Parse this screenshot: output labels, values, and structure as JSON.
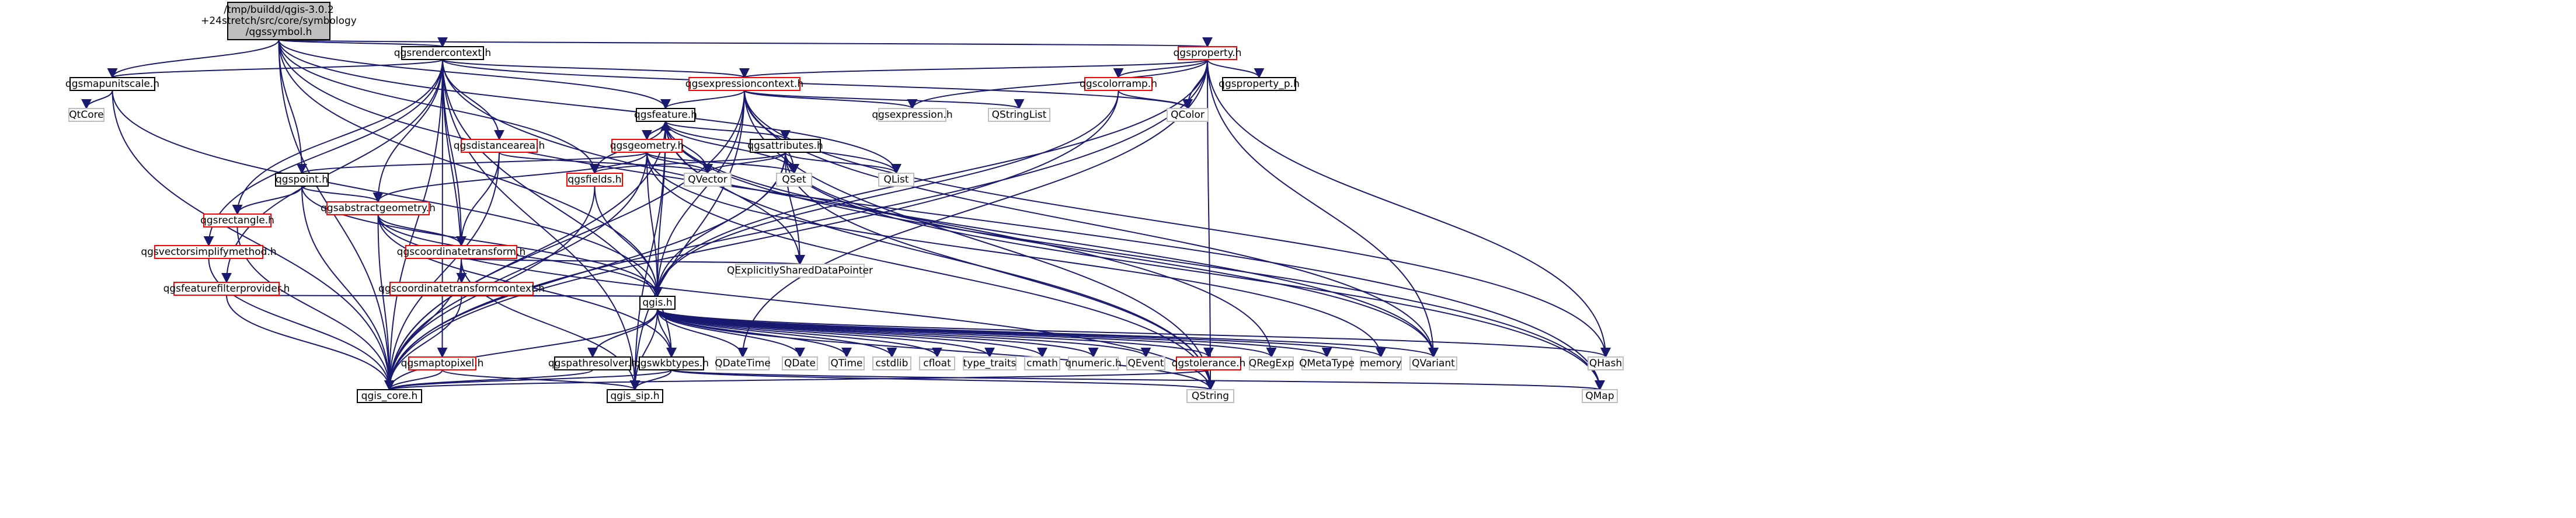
{
  "colors": {
    "edge": "#191970",
    "border_black": "#000000",
    "border_red": "#ff0000",
    "border_gray": "#bfbfbf",
    "root_fill": "#bfbfbf",
    "fill": "#ffffff"
  },
  "nodes": [
    {
      "id": "root",
      "lines": [
        "/tmp/buildd/qgis-3.0.2",
        "+24stretch/src/core/symbology",
        "/qgssymbol.h"
      ],
      "kind": "root"
    },
    {
      "id": "qgsrendercontext",
      "lines": [
        "qgsrendercontext.h"
      ],
      "kind": "black"
    },
    {
      "id": "qgsproperty",
      "lines": [
        "qgsproperty.h"
      ],
      "kind": "red"
    },
    {
      "id": "qgsmapunitscale",
      "lines": [
        "qgsmapunitscale.h"
      ],
      "kind": "black"
    },
    {
      "id": "qtcore",
      "lines": [
        "QtCore"
      ],
      "kind": "gray"
    },
    {
      "id": "qgsexpressioncontext",
      "lines": [
        "qgsexpressioncontext.h"
      ],
      "kind": "red"
    },
    {
      "id": "qgscolorramp",
      "lines": [
        "qgscolorramp.h"
      ],
      "kind": "red"
    },
    {
      "id": "qgsproperty_p",
      "lines": [
        "qgsproperty_p.h"
      ],
      "kind": "black"
    },
    {
      "id": "qgsexpression",
      "lines": [
        "qgsexpression.h"
      ],
      "kind": "gray"
    },
    {
      "id": "qstringlist",
      "lines": [
        "QStringList"
      ],
      "kind": "gray"
    },
    {
      "id": "qcolor",
      "lines": [
        "QColor"
      ],
      "kind": "gray"
    },
    {
      "id": "qgsfeature",
      "lines": [
        "qgsfeature.h"
      ],
      "kind": "black"
    },
    {
      "id": "qgsdistancearea",
      "lines": [
        "qgsdistancearea.h"
      ],
      "kind": "red"
    },
    {
      "id": "qgsgeometry",
      "lines": [
        "qgsgeometry.h"
      ],
      "kind": "red"
    },
    {
      "id": "qgsattributes",
      "lines": [
        "qgsattributes.h"
      ],
      "kind": "black"
    },
    {
      "id": "qgspoint",
      "lines": [
        "qgspoint.h"
      ],
      "kind": "black"
    },
    {
      "id": "qgsfields",
      "lines": [
        "qgsfields.h"
      ],
      "kind": "red"
    },
    {
      "id": "qvector",
      "lines": [
        "QVector"
      ],
      "kind": "gray"
    },
    {
      "id": "qset",
      "lines": [
        "QSet"
      ],
      "kind": "gray"
    },
    {
      "id": "qlist",
      "lines": [
        "QList"
      ],
      "kind": "gray"
    },
    {
      "id": "qgsrectangle",
      "lines": [
        "qgsrectangle.h"
      ],
      "kind": "red"
    },
    {
      "id": "qgsabstractgeometry",
      "lines": [
        "qgsabstractgeometry.h"
      ],
      "kind": "red"
    },
    {
      "id": "qgsvectorsimplifymethod",
      "lines": [
        "qgsvectorsimplifymethod.h"
      ],
      "kind": "red"
    },
    {
      "id": "qgscoordinatetransform",
      "lines": [
        "qgscoordinatetransform.h"
      ],
      "kind": "red"
    },
    {
      "id": "qexplicitlyshareddatapointer",
      "lines": [
        "QExplicitlySharedDataPointer"
      ],
      "kind": "gray"
    },
    {
      "id": "qgsfeaturefilterprovider",
      "lines": [
        "qgsfeaturefilterprovider.h"
      ],
      "kind": "red"
    },
    {
      "id": "qgscoordinatetransformcontext",
      "lines": [
        "qgscoordinatetransformcontext.h"
      ],
      "kind": "red"
    },
    {
      "id": "qgis",
      "lines": [
        "qgis.h"
      ],
      "kind": "black"
    },
    {
      "id": "qgsmaptopixel",
      "lines": [
        "qgsmaptopixel.h"
      ],
      "kind": "red"
    },
    {
      "id": "qgspathresolver",
      "lines": [
        "qgspathresolver.h"
      ],
      "kind": "black"
    },
    {
      "id": "qgswkbtypes",
      "lines": [
        "qgswkbtypes.h"
      ],
      "kind": "black"
    },
    {
      "id": "qdatetime",
      "lines": [
        "QDateTime"
      ],
      "kind": "gray"
    },
    {
      "id": "qdate",
      "lines": [
        "QDate"
      ],
      "kind": "gray"
    },
    {
      "id": "qtime",
      "lines": [
        "QTime"
      ],
      "kind": "gray"
    },
    {
      "id": "cstdlib",
      "lines": [
        "cstdlib"
      ],
      "kind": "gray"
    },
    {
      "id": "cfloat",
      "lines": [
        "cfloat"
      ],
      "kind": "gray"
    },
    {
      "id": "type_traits",
      "lines": [
        "type_traits"
      ],
      "kind": "gray"
    },
    {
      "id": "cmath",
      "lines": [
        "cmath"
      ],
      "kind": "gray"
    },
    {
      "id": "qnumeric",
      "lines": [
        "qnumeric.h"
      ],
      "kind": "gray"
    },
    {
      "id": "qevent",
      "lines": [
        "QEvent"
      ],
      "kind": "gray"
    },
    {
      "id": "qgstolerance",
      "lines": [
        "qgstolerance.h"
      ],
      "kind": "red"
    },
    {
      "id": "qregexp",
      "lines": [
        "QRegExp"
      ],
      "kind": "gray"
    },
    {
      "id": "qmetatype",
      "lines": [
        "QMetaType"
      ],
      "kind": "gray"
    },
    {
      "id": "memory",
      "lines": [
        "memory"
      ],
      "kind": "gray"
    },
    {
      "id": "qvariant",
      "lines": [
        "QVariant"
      ],
      "kind": "gray"
    },
    {
      "id": "qhash",
      "lines": [
        "QHash"
      ],
      "kind": "gray"
    },
    {
      "id": "qgis_core",
      "lines": [
        "qgis_core.h"
      ],
      "kind": "black"
    },
    {
      "id": "qgis_sip",
      "lines": [
        "qgis_sip.h"
      ],
      "kind": "black"
    },
    {
      "id": "qstring",
      "lines": [
        "QString"
      ],
      "kind": "gray"
    },
    {
      "id": "qmap",
      "lines": [
        "QMap"
      ],
      "kind": "gray"
    }
  ],
  "edges": [
    [
      "root",
      "qgsrendercontext"
    ],
    [
      "root",
      "qgsproperty"
    ],
    [
      "root",
      "qgsmapunitscale"
    ],
    [
      "root",
      "qgspoint"
    ],
    [
      "root",
      "qgsfields"
    ],
    [
      "root",
      "qgis"
    ],
    [
      "root",
      "qgis_core"
    ],
    [
      "root",
      "qlist"
    ],
    [
      "root",
      "qmap"
    ],
    [
      "root",
      "qgsfeature"
    ],
    [
      "qgsrendercontext",
      "qgsmapunitscale"
    ],
    [
      "qgsrendercontext",
      "qgsexpressioncontext"
    ],
    [
      "qgsrendercontext",
      "qgsdistancearea"
    ],
    [
      "qgsrendercontext",
      "qgscoordinatetransform"
    ],
    [
      "qgsrendercontext",
      "qgsabstractgeometry"
    ],
    [
      "qgsrendercontext",
      "qgsrectangle"
    ],
    [
      "qgsrendercontext",
      "qgsvectorsimplifymethod"
    ],
    [
      "qgsrendercontext",
      "qgsfeaturefilterprovider"
    ],
    [
      "qgsrendercontext",
      "qgscoordinatetransformcontext"
    ],
    [
      "qgsrendercontext",
      "qgsmaptopixel"
    ],
    [
      "qgsrendercontext",
      "qgswkbtypes"
    ],
    [
      "qgsrendercontext",
      "qcolor"
    ],
    [
      "qgsrendercontext",
      "qgis_core"
    ],
    [
      "qgsrendercontext",
      "qgis_sip"
    ],
    [
      "qgsrendercontext",
      "qregexp"
    ],
    [
      "qgsproperty",
      "qgsexpressioncontext"
    ],
    [
      "qgsproperty",
      "qgscolorramp"
    ],
    [
      "qgsproperty",
      "qgsproperty_p"
    ],
    [
      "qgsproperty",
      "qgsexpression"
    ],
    [
      "qgsproperty",
      "qcolor"
    ],
    [
      "qgsproperty",
      "qdatetime"
    ],
    [
      "qgsproperty",
      "qgis"
    ],
    [
      "qgsproperty",
      "qgis_core"
    ],
    [
      "qgsproperty",
      "qvariant"
    ],
    [
      "qgsproperty",
      "qhash"
    ],
    [
      "qgsproperty",
      "qstring"
    ],
    [
      "qgsmapunitscale",
      "qtcore"
    ],
    [
      "qgsmapunitscale",
      "qgis"
    ],
    [
      "qgsmapunitscale",
      "qgis_core"
    ],
    [
      "qgsexpressioncontext",
      "qgsfeature"
    ],
    [
      "qgsexpressioncontext",
      "qgsexpression"
    ],
    [
      "qgsexpressioncontext",
      "qstringlist"
    ],
    [
      "qgsexpressioncontext",
      "qset"
    ],
    [
      "qgsexpressioncontext",
      "qgis"
    ],
    [
      "qgsexpressioncontext",
      "qgis_core"
    ],
    [
      "qgsexpressioncontext",
      "qgis_sip"
    ],
    [
      "qgsexpressioncontext",
      "qvariant"
    ],
    [
      "qgsexpressioncontext",
      "qhash"
    ],
    [
      "qgsexpressioncontext",
      "qstring"
    ],
    [
      "qgscolorramp",
      "qcolor"
    ],
    [
      "qgscolorramp",
      "qgis"
    ],
    [
      "qgscolorramp",
      "qgis_core"
    ],
    [
      "qgsfeature",
      "qgsgeometry"
    ],
    [
      "qgsfeature",
      "qgsattributes"
    ],
    [
      "qgsfeature",
      "qgsfields"
    ],
    [
      "qgsfeature",
      "qvector"
    ],
    [
      "qgsfeature",
      "qset"
    ],
    [
      "qgsfeature",
      "qlist"
    ],
    [
      "qgsfeature",
      "qexplicitlyshareddatapointer"
    ],
    [
      "qgsfeature",
      "qgis"
    ],
    [
      "qgsfeature",
      "qgis_core"
    ],
    [
      "qgsfeature",
      "qgis_sip"
    ],
    [
      "qgsfeature",
      "qvariant"
    ],
    [
      "qgsfeature",
      "qmap"
    ],
    [
      "qgsfeature",
      "qstring"
    ],
    [
      "qgsdistancearea",
      "qgscoordinatetransform"
    ],
    [
      "qgsdistancearea",
      "qvector"
    ],
    [
      "qgsdistancearea",
      "qgis_core"
    ],
    [
      "qgsgeometry",
      "qgsfeature"
    ],
    [
      "qgsgeometry",
      "qgspoint"
    ],
    [
      "qgsgeometry",
      "qgsabstractgeometry"
    ],
    [
      "qgsgeometry",
      "qvector"
    ],
    [
      "qgsgeometry",
      "qset"
    ],
    [
      "qgsgeometry",
      "qgis"
    ],
    [
      "qgsgeometry",
      "qgis_core"
    ],
    [
      "qgsgeometry",
      "qstring"
    ],
    [
      "qgsgeometry",
      "memory"
    ],
    [
      "qgsattributes",
      "qgsfields"
    ],
    [
      "qgsattributes",
      "qvector"
    ],
    [
      "qgsattributes",
      "qset"
    ],
    [
      "qgsattributes",
      "qlist"
    ],
    [
      "qgsattributes",
      "qexplicitlyshareddatapointer"
    ],
    [
      "qgsattributes",
      "qgis"
    ],
    [
      "qgsattributes",
      "qgis_core"
    ],
    [
      "qgsattributes",
      "qvariant"
    ],
    [
      "qgsattributes",
      "qmap"
    ],
    [
      "qgsattributes",
      "qstring"
    ],
    [
      "qgspoint",
      "qgsrectangle"
    ],
    [
      "qgspoint",
      "qgsabstractgeometry"
    ],
    [
      "qgspoint",
      "qgis_core"
    ],
    [
      "qgspoint",
      "qgis"
    ],
    [
      "qgsfields",
      "qgis"
    ],
    [
      "qgsfields",
      "qgis_core"
    ],
    [
      "qgsrectangle",
      "qgis_core"
    ],
    [
      "qgsabstractgeometry",
      "qgscoordinatetransform"
    ],
    [
      "qgsabstractgeometry",
      "qgswkbtypes"
    ],
    [
      "qgsabstractgeometry",
      "qgis"
    ],
    [
      "qgsabstractgeometry",
      "qgis_core"
    ],
    [
      "qgsabstractgeometry",
      "qstring"
    ],
    [
      "qgsvectorsimplifymethod",
      "qgis_core"
    ],
    [
      "qgscoordinatetransform",
      "qgscoordinatetransformcontext"
    ],
    [
      "qgscoordinatetransform",
      "qexplicitlyshareddatapointer"
    ],
    [
      "qgscoordinatetransform",
      "qgis_core"
    ],
    [
      "qgscoordinatetransform",
      "qgis_sip"
    ],
    [
      "qgsfeaturefilterprovider",
      "qgis"
    ],
    [
      "qgsfeaturefilterprovider",
      "qgis_core"
    ],
    [
      "qgscoordinatetransformcontext",
      "qgis"
    ],
    [
      "qgscoordinatetransformcontext",
      "qgis_core"
    ],
    [
      "qgis",
      "qgswkbtypes"
    ],
    [
      "qgis",
      "qgspathresolver"
    ],
    [
      "qgis",
      "qdatetime"
    ],
    [
      "qgis",
      "qdate"
    ],
    [
      "qgis",
      "qtime"
    ],
    [
      "qgis",
      "cstdlib"
    ],
    [
      "qgis",
      "cfloat"
    ],
    [
      "qgis",
      "type_traits"
    ],
    [
      "qgis",
      "cmath"
    ],
    [
      "qgis",
      "qnumeric"
    ],
    [
      "qgis",
      "qevent"
    ],
    [
      "qgis",
      "qgstolerance"
    ],
    [
      "qgis",
      "qregexp"
    ],
    [
      "qgis",
      "qmetatype"
    ],
    [
      "qgis",
      "memory"
    ],
    [
      "qgis",
      "qvariant"
    ],
    [
      "qgis",
      "qhash"
    ],
    [
      "qgis",
      "qgis_core"
    ],
    [
      "qgis",
      "qgis_sip"
    ],
    [
      "qgis",
      "qstring"
    ],
    [
      "qgsmaptopixel",
      "qgis_core"
    ],
    [
      "qgsmaptopixel",
      "qgis_sip"
    ],
    [
      "qgspathresolver",
      "qgis_core"
    ],
    [
      "qgswkbtypes",
      "qgis_core"
    ],
    [
      "qgswkbtypes",
      "qgis_sip"
    ],
    [
      "qgswkbtypes",
      "qmap"
    ],
    [
      "qgswkbtypes",
      "qstring"
    ],
    [
      "qgstolerance",
      "qgis_core"
    ]
  ]
}
